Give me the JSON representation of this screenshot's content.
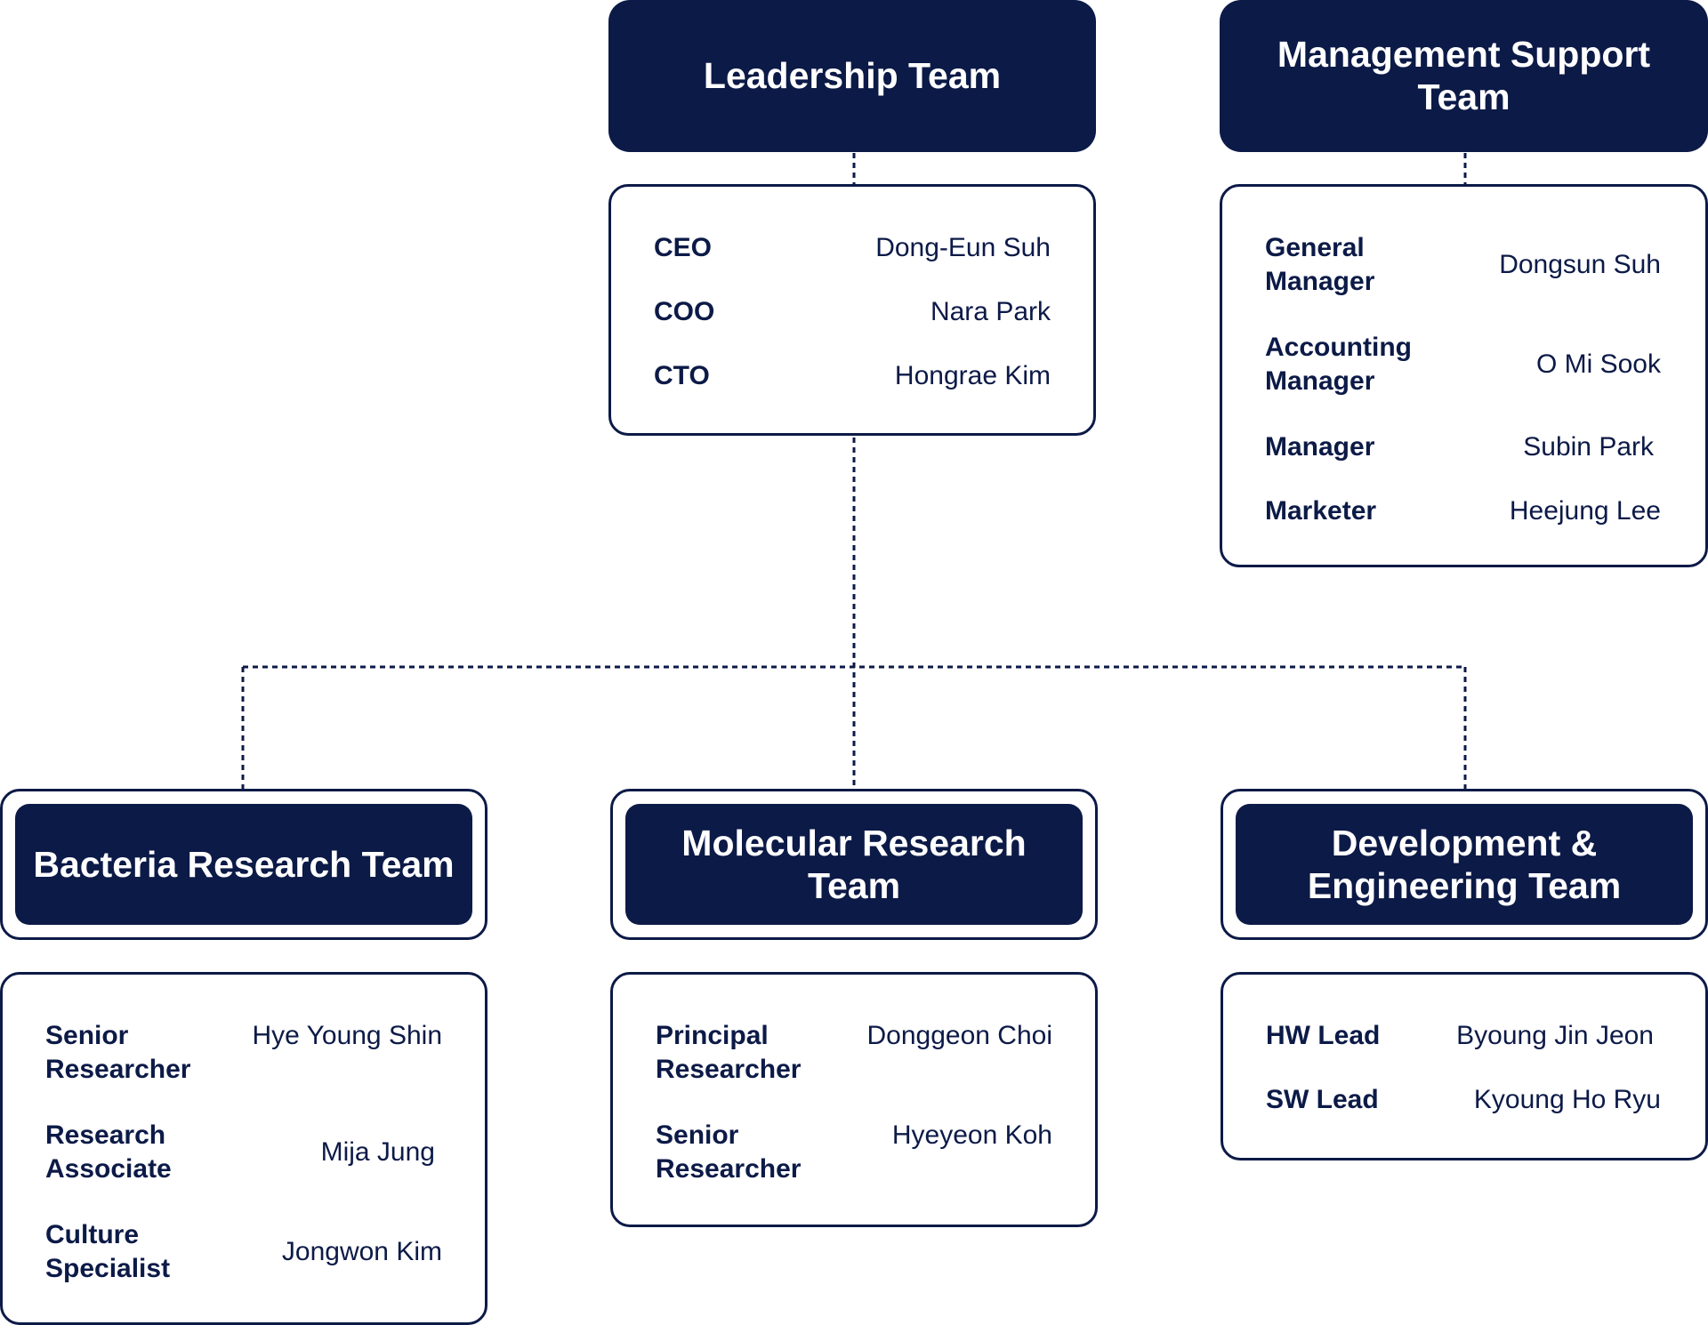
{
  "leadership": {
    "title": "Leadership Team",
    "members": [
      {
        "role": "CEO",
        "name": "Dong-Eun Suh"
      },
      {
        "role": "COO",
        "name": "Nara Park"
      },
      {
        "role": "CTO",
        "name": "Hongrae Kim"
      }
    ]
  },
  "management": {
    "title": "Management Support Team",
    "members": [
      {
        "role": "General Manager",
        "name": "Dongsun Suh"
      },
      {
        "role": "Accounting Manager",
        "name": "O Mi Sook"
      },
      {
        "role": "Manager",
        "name": "Subin Park"
      },
      {
        "role": "Marketer",
        "name": "Heejung Lee"
      }
    ]
  },
  "bacteria": {
    "title": "Bacteria Research Team",
    "members": [
      {
        "role": "Senior Researcher",
        "name": "Hye Young Shin"
      },
      {
        "role": "Research Associate",
        "name": "Mija Jung"
      },
      {
        "role": "Culture Specialist",
        "name": "Jongwon Kim"
      }
    ]
  },
  "molecular": {
    "title": "Molecular Research Team",
    "members": [
      {
        "role": "Principal Researcher",
        "name": "Donggeon Choi"
      },
      {
        "role": "Senior Researcher",
        "name": "Hyeyeon Koh"
      }
    ]
  },
  "development": {
    "title": "Development & Engineering Team",
    "members": [
      {
        "role": "HW Lead",
        "name": "Byoung Jin Jeon"
      },
      {
        "role": "SW Lead",
        "name": "Kyoung Ho Ryu"
      }
    ]
  },
  "colors": {
    "navy": "#0c1a47",
    "background": "#ffffff"
  }
}
